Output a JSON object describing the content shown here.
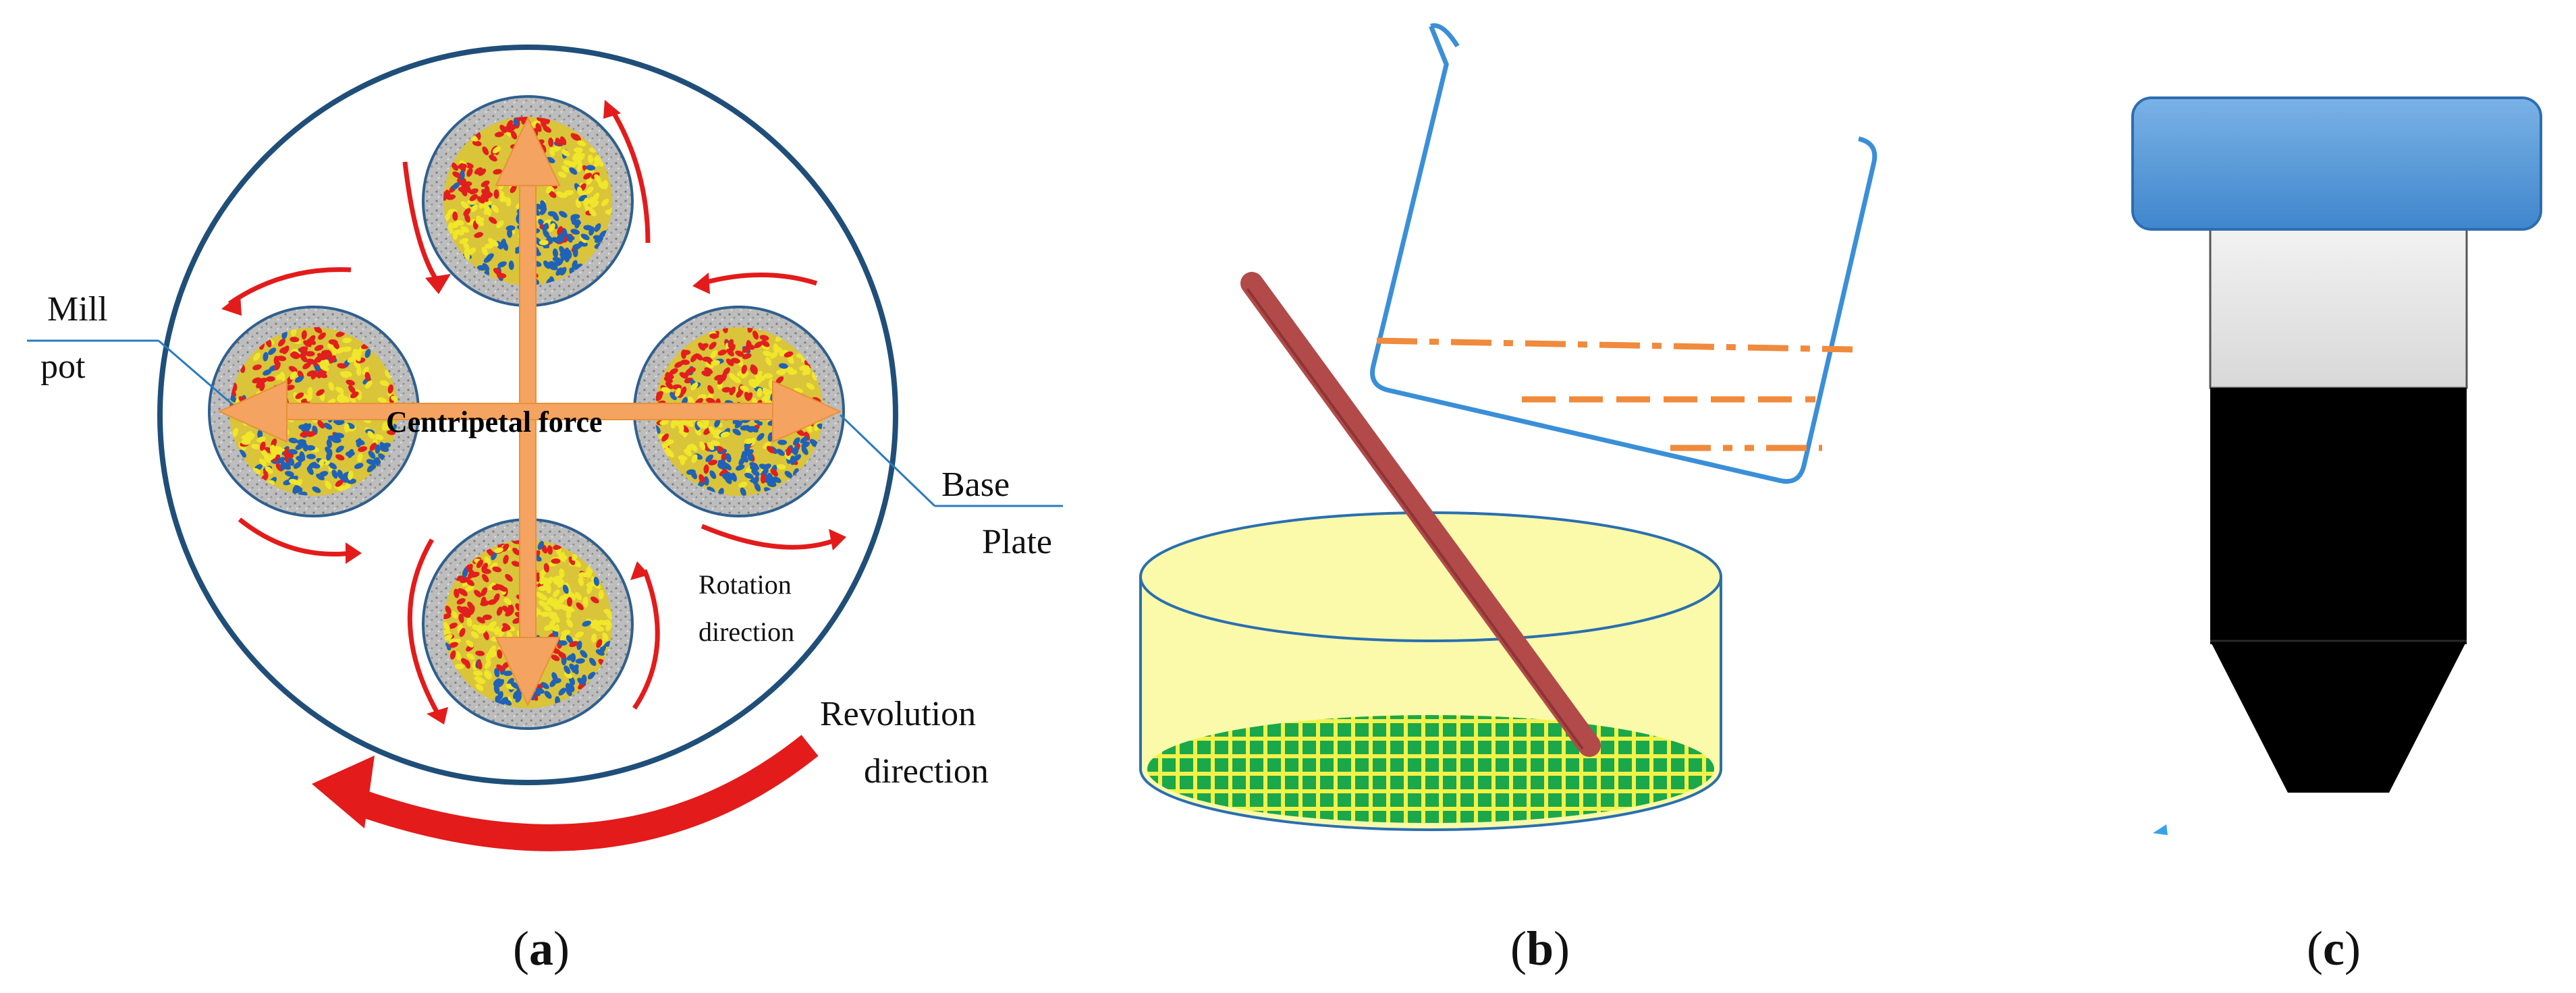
{
  "panel_a": {
    "labels": {
      "mill_pot_line1": "Mill",
      "mill_pot_line2": "pot",
      "base_plate_line1": "Base",
      "base_plate_line2": "Plate",
      "centripetal_force": "Centripetal force",
      "rotation_line1": "Rotation",
      "rotation_line2": "direction",
      "revolution_line1": "Revolution",
      "revolution_line2": "direction"
    },
    "caption": {
      "open": "(",
      "letter": "a",
      "close": ")"
    }
  },
  "panel_b": {
    "caption": {
      "open": "(",
      "letter": "b",
      "close": ")"
    }
  },
  "panel_c": {
    "caption": {
      "open": "(",
      "letter": "c",
      "close": ")"
    }
  },
  "colors": {
    "outer_ring": "#1f4e79",
    "rotation_arrow": "#e31b1b",
    "force_arrow": "#f4a460",
    "pot_rim": "#b8b8b8",
    "beaker_outline": "#3a8fd8",
    "liquid_line": "#f08a3c",
    "stir_rod": "#b24a4a",
    "dish_fill": "#fafaaa",
    "mesh_green": "#1aa84a",
    "mesh_yellow": "#f2f24a",
    "tube_cap": "#5a9ad8",
    "tube_body": "#000000"
  }
}
